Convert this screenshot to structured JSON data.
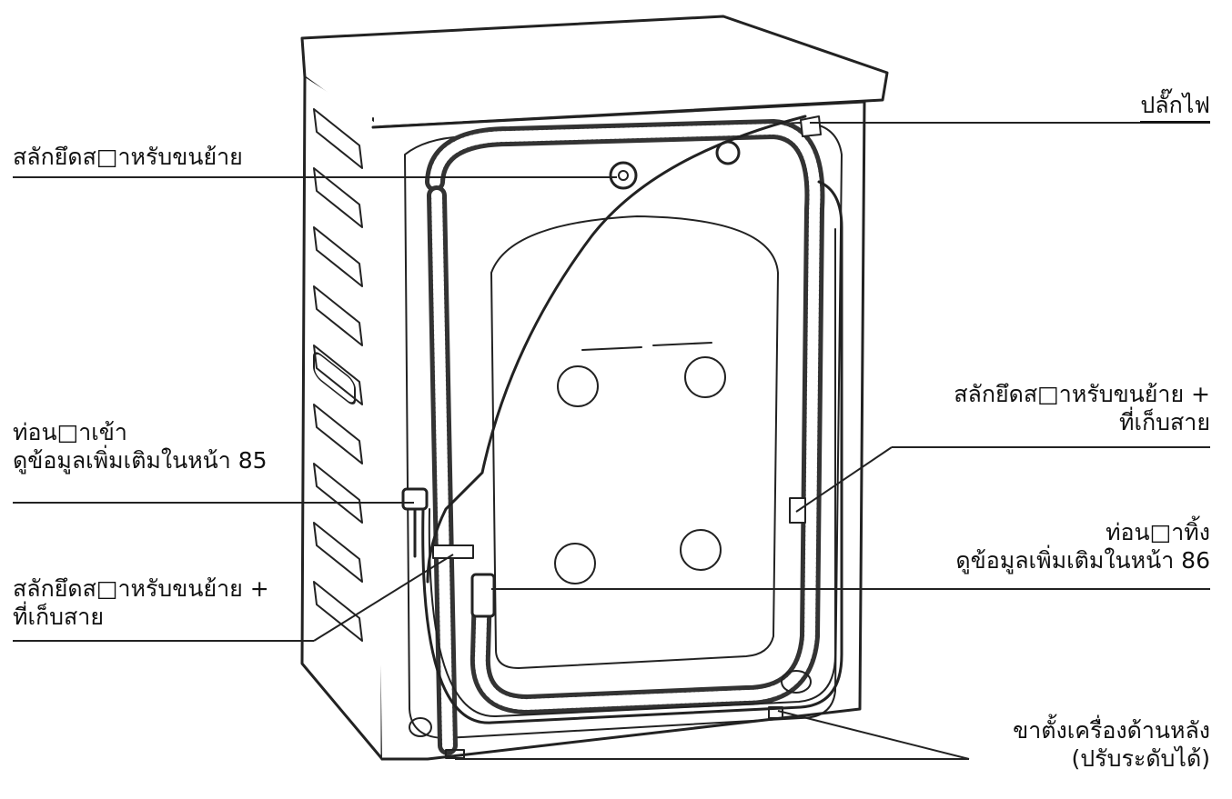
{
  "labels": {
    "power_plug": "ปลั๊กไฟ",
    "transit_bolt_top": "สลักยึดส□าหรับขนย้าย",
    "transit_bolt_right_1": "สลักยึดส□าหรับขนย้าย +",
    "transit_bolt_right_2": "ที่เก็บสาย",
    "water_inlet_1": "ท่อน□าเข้า",
    "water_inlet_2": "ดูข้อมูลเพิ่มเติมในหน้า 85",
    "transit_bolt_left_1": "สลักยึดส□าหรับขนย้าย +",
    "transit_bolt_left_2": "ที่เก็บสาย",
    "drain_hose_1": "ท่อน□าทิ้ง",
    "drain_hose_2": "ดูข้อมูลเพิ่มเติมในหน้า 86",
    "rear_feet_1": "ขาตั้งเครื่องด้านหลัง",
    "rear_feet_2": "(ปรับระดับได้)"
  }
}
